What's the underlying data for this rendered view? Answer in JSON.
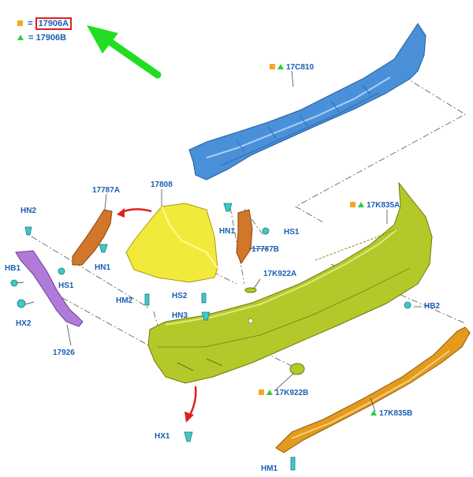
{
  "legend": {
    "row1": {
      "eq": "=",
      "code": "17906A"
    },
    "row2": {
      "eq": "=",
      "code": "17906B"
    }
  },
  "parts": {
    "p17C810": "17C810",
    "p17808": "17808",
    "p17787A": "17787A",
    "p17787B": "17787B",
    "p17K835A": "17K835A",
    "p17K835B": "17K835B",
    "p17K922A": "17K922A",
    "p17K922B": "17K922B",
    "p17926": "17926"
  },
  "fasteners": {
    "hn2": "HN2",
    "hb1": "HB1",
    "hs1_left": "HS1",
    "hx2": "HX2",
    "hn1_left": "HN1",
    "hn1_right": "HN1",
    "hs1_right": "HS1",
    "hm2": "HM2",
    "hs2": "HS2",
    "hn3": "HN3",
    "hb2": "HB2",
    "hx1": "HX1",
    "hm1": "HM1"
  },
  "colors": {
    "label_blue": "#1a5fb4",
    "reinforcement_blue": "#4a90d9",
    "cover_yellowgreen": "#b5c82a",
    "corner_yellow": "#f2ea3a",
    "bracket_orange": "#d2762a",
    "strip_purple": "#b07ad8",
    "lower_orange": "#e39a1e",
    "arrow_green": "#22dd22",
    "arrow_red": "#e02020",
    "fastener_teal": "#40c8c8",
    "square_marker": "#f5a623",
    "triangle_marker": "#2ecc40"
  }
}
